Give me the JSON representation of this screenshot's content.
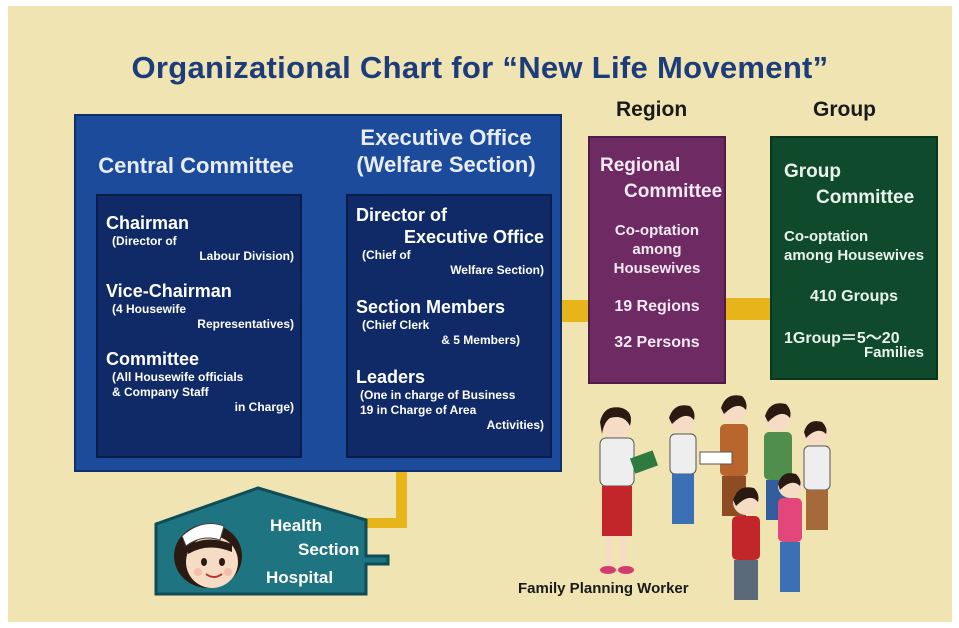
{
  "title": "Organizational Chart for “New Life Movement”",
  "headers": {
    "region": "Region",
    "group": "Group"
  },
  "central": {
    "title": "Central Committee",
    "chairman_title": "Chairman",
    "chairman_sub1": "(Director of",
    "chairman_sub2": "Labour Division)",
    "vice_title": "Vice-Chairman",
    "vice_sub1": "(4 Housewife",
    "vice_sub2": "Representatives)",
    "committee_title": "Committee",
    "committee_sub1": "(All Housewife officials",
    "committee_sub2": "& Company Staff",
    "committee_sub3": "in Charge)"
  },
  "executive": {
    "title_line1": "Executive Office",
    "title_line2": "(Welfare Section)",
    "director_line1": "Director of",
    "director_line2": "Executive Office",
    "director_sub1": "(Chief of",
    "director_sub2": "Welfare Section)",
    "members_title": "Section Members",
    "members_sub1": "(Chief Clerk",
    "members_sub2": "& 5 Members)",
    "leaders_title": "Leaders",
    "leaders_sub1": "(One in charge of Business",
    "leaders_sub2": "19 in Charge of Area",
    "leaders_sub3": "Activities)"
  },
  "region": {
    "line1": "Regional",
    "line2": "Committee",
    "coopt1": "Co-optation",
    "coopt2": "among",
    "coopt3": "Housewives",
    "count": "19 Regions",
    "persons": "32 Persons"
  },
  "group": {
    "line1": "Group",
    "line2": "Committee",
    "coopt1": "Co-optation",
    "coopt2": "among Housewives",
    "count": "410 Groups",
    "ratio1": "1Group＝5～20",
    "ratio2": "Families"
  },
  "health": {
    "line1": "Health",
    "line2": "Section",
    "line3": "Hospital"
  },
  "caption": "Family Planning Worker",
  "colors": {
    "background": "#f0e4b3",
    "central_box": "#1b4b9a",
    "inner_box": "#0f2a66",
    "region_box": "#6e2a63",
    "group_box": "#0f4a2c",
    "connector": "#e7b419",
    "health_box": "#1e7480",
    "title_text": "#1d3c7a"
  },
  "icons": [
    "nurse-icon",
    "family-planning-worker-figure",
    "housewives-group-figure"
  ]
}
